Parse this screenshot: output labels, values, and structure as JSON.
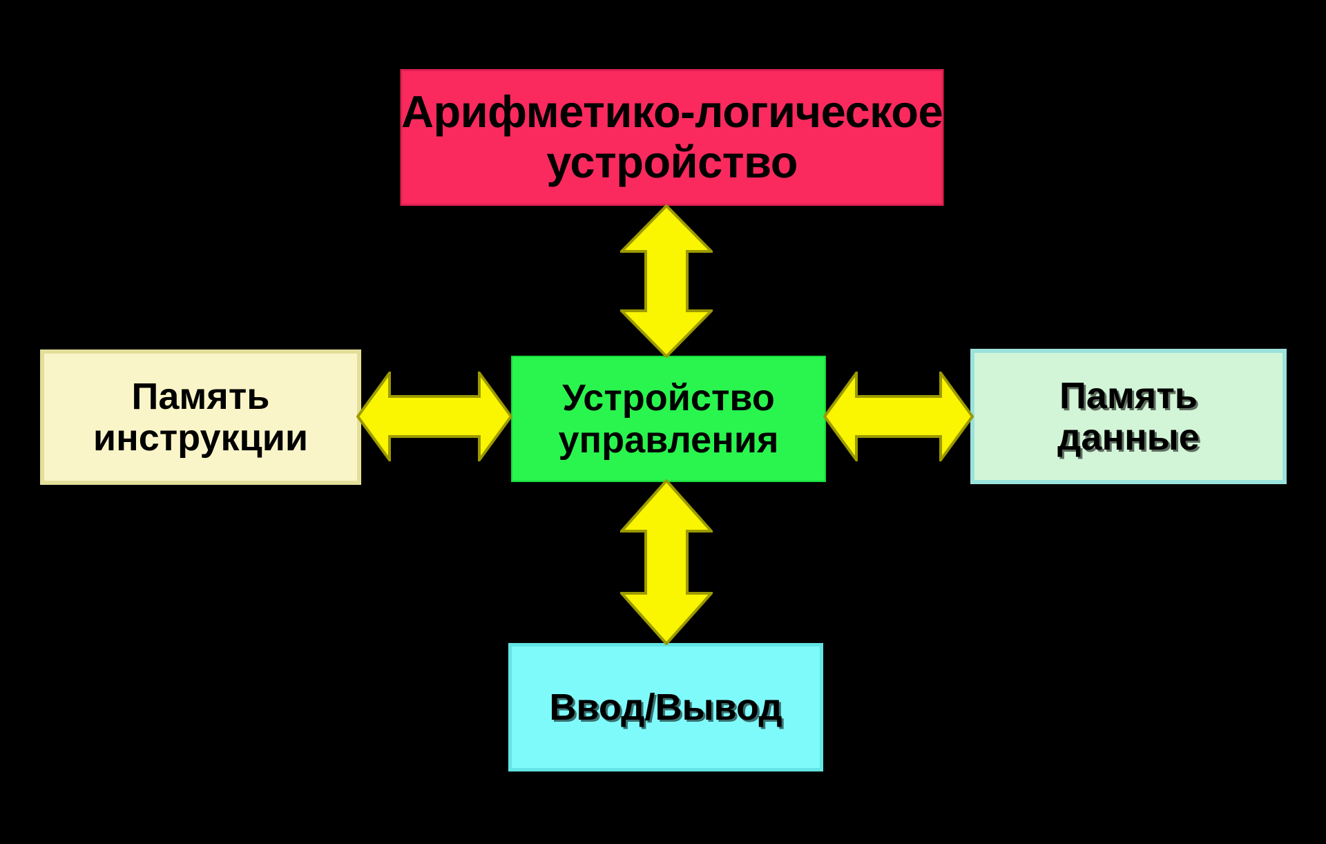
{
  "diagram": {
    "title": "Von Neumann / Harvard architecture block diagram",
    "background_color": "#000000",
    "arrow_color": "#FAF500",
    "arrow_outline_color": "#9C9A00"
  },
  "nodes": [
    {
      "id": "alu",
      "label": "Арифметико-логическое\nустройство",
      "color": "#FA2A5E",
      "border_color": "#E01F50",
      "text_color": "#000000",
      "position": "top"
    },
    {
      "id": "control",
      "label": "Устройство\nуправления",
      "color": "#2AF54E",
      "border_color": "#17D83C",
      "text_color": "#000000",
      "position": "center"
    },
    {
      "id": "instruction-memory",
      "label": "Память\nинструкции",
      "color": "#FAF5C8",
      "border_color": "#E3DE9A",
      "text_color": "#000000",
      "position": "left"
    },
    {
      "id": "data-memory",
      "label": "Память\nданные",
      "color": "#D2F5D7",
      "border_color": "#9BE2DC",
      "text_color": "#000000",
      "position": "right"
    },
    {
      "id": "io",
      "label": "Ввод/Вывод",
      "color": "#7FFAFA",
      "border_color": "#63E4E4",
      "text_color": "#000000",
      "position": "bottom"
    }
  ],
  "connectors": [
    {
      "id": "alu-control",
      "from": "alu",
      "to": "control",
      "style": "double-arrow",
      "orientation": "vertical"
    },
    {
      "id": "control-io",
      "from": "control",
      "to": "io",
      "style": "double-arrow",
      "orientation": "vertical"
    },
    {
      "id": "instr-control",
      "from": "instruction-memory",
      "to": "control",
      "style": "double-arrow",
      "orientation": "horizontal"
    },
    {
      "id": "control-data",
      "from": "control",
      "to": "data-memory",
      "style": "double-arrow",
      "orientation": "horizontal"
    }
  ]
}
